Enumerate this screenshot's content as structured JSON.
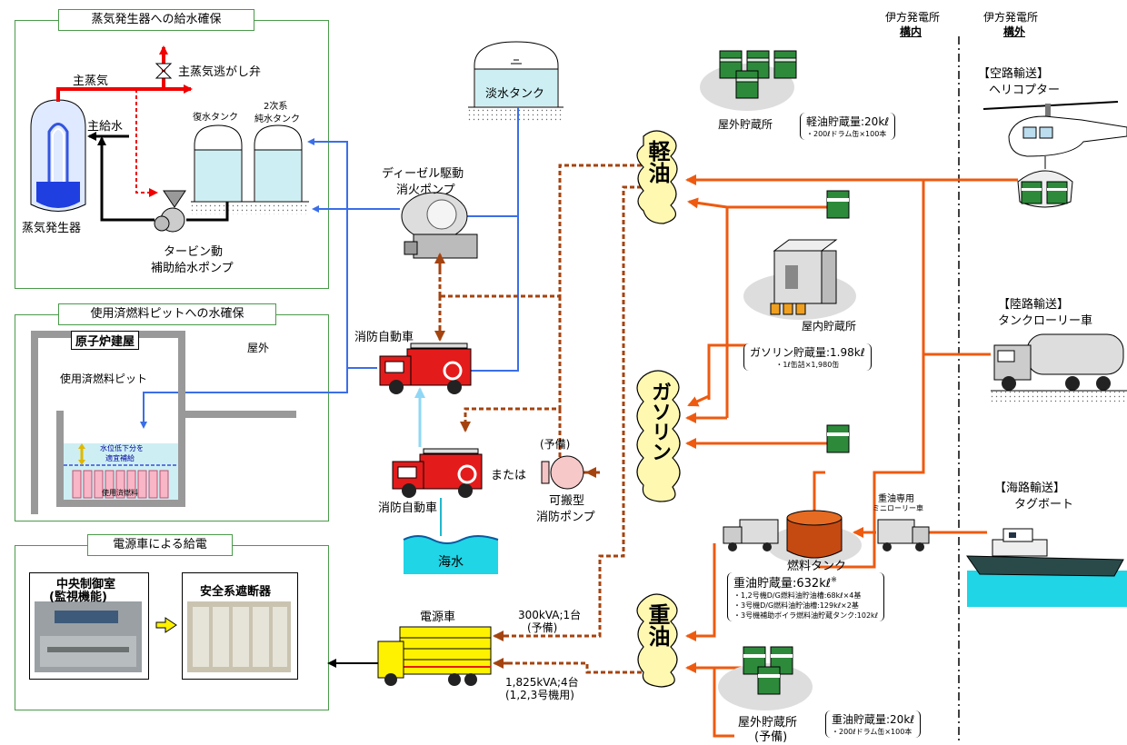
{
  "colors": {
    "blue": "#3b6ee8",
    "red": "#f00000",
    "orange": "#ee5a0f",
    "brown": "#a5430f",
    "green_border": "#4a9a4a",
    "water": "#1fd5e6",
    "fuel_cloud": "#fff8b0"
  },
  "header": {
    "site_inside_line1": "伊方発電所",
    "site_inside_line2": "構内",
    "site_outside_line1": "伊方発電所",
    "site_outside_line2": "構外"
  },
  "panels": {
    "sg": {
      "title": "蒸気発生器への給水確保",
      "main_steam": "主蒸気",
      "relief_valve": "主蒸気逃がし弁",
      "main_feed": "主給水",
      "condensate_tank": "復水タンク",
      "secondary_tank_line1": "2次系",
      "secondary_tank_line2": "純水タンク",
      "steam_generator": "蒸気発生器",
      "pump_line1": "タービン動",
      "pump_line2": "補助給水ポンプ"
    },
    "sfp": {
      "title": "使用済燃料ピットへの水確保",
      "building": "原子炉建屋",
      "outdoor": "屋外",
      "pit": "使用済燃料ピット",
      "refill_line1": "水位低下分を",
      "refill_line2": "適宜補給",
      "fuel": "使用済燃料"
    },
    "power": {
      "title": "電源車による給電",
      "control_room_line1": "中央制御室",
      "control_room_line2": "(監視機能)",
      "breaker": "安全系遮断器"
    }
  },
  "center": {
    "fresh_tank": "淡水タンク",
    "diesel_pump_line1": "ディーゼル駆動",
    "diesel_pump_line2": "消火ポンプ",
    "fire_truck_1": "消防自動車",
    "fire_truck_2": "消防自動車",
    "or": "または",
    "reserve": "(予備)",
    "portable_pump_line1": "可搬型",
    "portable_pump_line2": "消防ポンプ",
    "seawater": "海水",
    "power_truck": "電源車",
    "truck_small_line1": "300kVA;1台",
    "truck_small_line2": "(予備)",
    "truck_large_line1": "1,825kVA;4台",
    "truck_large_line2": "(1,2,3号機用)"
  },
  "fuels": {
    "light_oil": "軽油",
    "gasoline": "ガソリン",
    "heavy_oil": "重油"
  },
  "storage": {
    "outdoor_top": {
      "name": "屋外貯蔵所",
      "amount": "軽油貯蔵量:20kℓ",
      "detail": "・200ℓドラム缶×100本"
    },
    "indoor": {
      "name": "屋内貯蔵所",
      "amount": "ガソリン貯蔵量:1.98kℓ",
      "detail": "・1ℓ缶詰×1,980缶"
    },
    "fuel_tank": {
      "name": "燃料タンク",
      "amount": "重油貯蔵量:632kℓ",
      "note_mark": "※",
      "detail1": "・1,2号機D/G燃料油貯油槽:68kℓ×4基",
      "detail2": "・3号機D/G燃料油貯油槽:129kℓ×2基",
      "detail3": "・3号機補助ボイラ燃料油貯蔵タンク:102kℓ"
    },
    "outdoor_bottom": {
      "name_line1": "屋外貯蔵所",
      "name_line2": "(予備)",
      "amount": "重油貯蔵量:20kℓ",
      "detail": "・200ℓドラム缶×100本"
    },
    "mini_lorry_line1": "重油専用",
    "mini_lorry_line2": "ミニローリー車"
  },
  "transport": {
    "air_title": "【空路輸送】",
    "air_vehicle": "ヘリコプター",
    "land_title": "【陸路輸送】",
    "land_vehicle": "タンクローリー車",
    "sea_title": "【海路輸送】",
    "sea_vehicle": "タグボート"
  }
}
